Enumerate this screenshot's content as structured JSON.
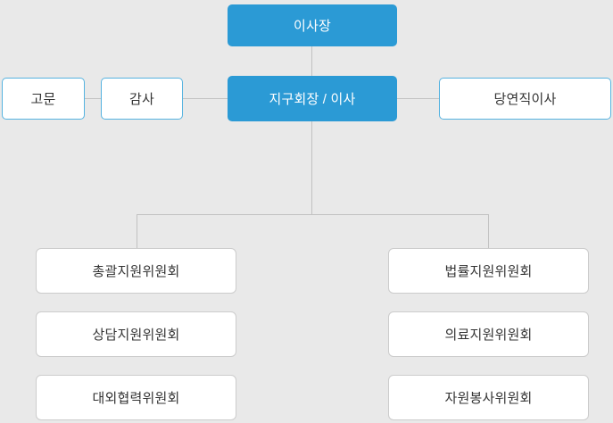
{
  "background_color": "#e9e9e9",
  "colors": {
    "primary_blue": "#2b9ad5",
    "white_box_border": "#56b3e0",
    "committee_border": "#cccccc",
    "connector_line": "#c2c2c2",
    "text_dark": "#333333",
    "text_light": "#ffffff"
  },
  "org_chart": {
    "chairman": "이사장",
    "advisor": "고문",
    "auditor": "감사",
    "president": "지구회장 / 이사",
    "ex_officio": "당연직이사",
    "committees_left": [
      "총괄지원위원회",
      "상담지원위원회",
      "대외협력위원회"
    ],
    "committees_right": [
      "법률지원위원회",
      "의료지원위원회",
      "자원봉사위원회"
    ]
  }
}
